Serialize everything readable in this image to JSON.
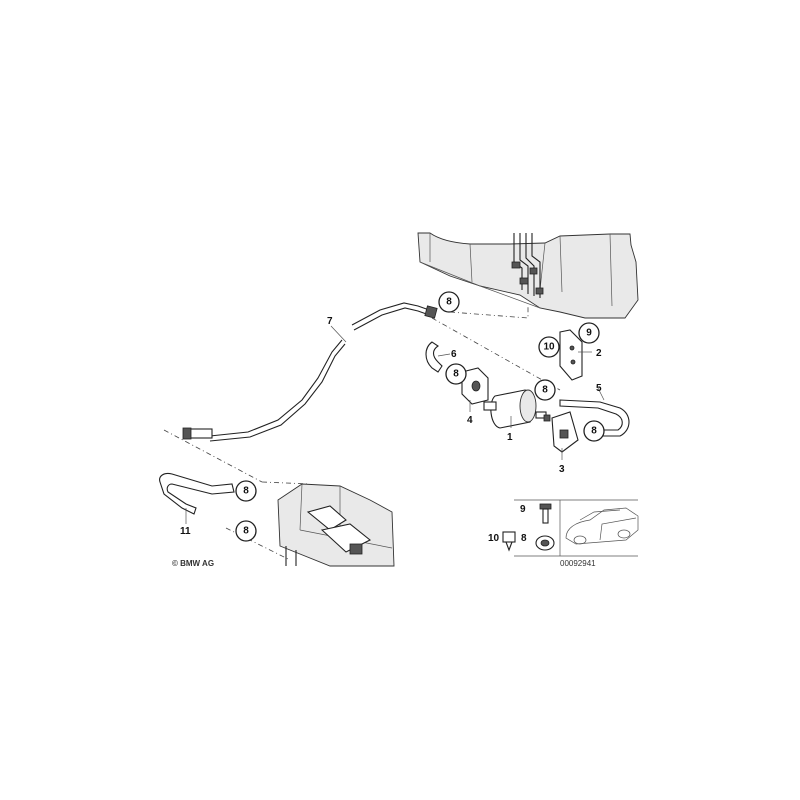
{
  "callouts": {
    "p1": "1",
    "p2": "2",
    "p3": "3",
    "p4": "4",
    "p5": "5",
    "p6": "6",
    "p7": "7",
    "p8": "8",
    "p9": "9",
    "p10": "10",
    "p11": "11"
  },
  "legend": {
    "item9": "9",
    "item10": "10",
    "item8": "8"
  },
  "copyright": "© BMW AG",
  "diagram_id": "00092941"
}
